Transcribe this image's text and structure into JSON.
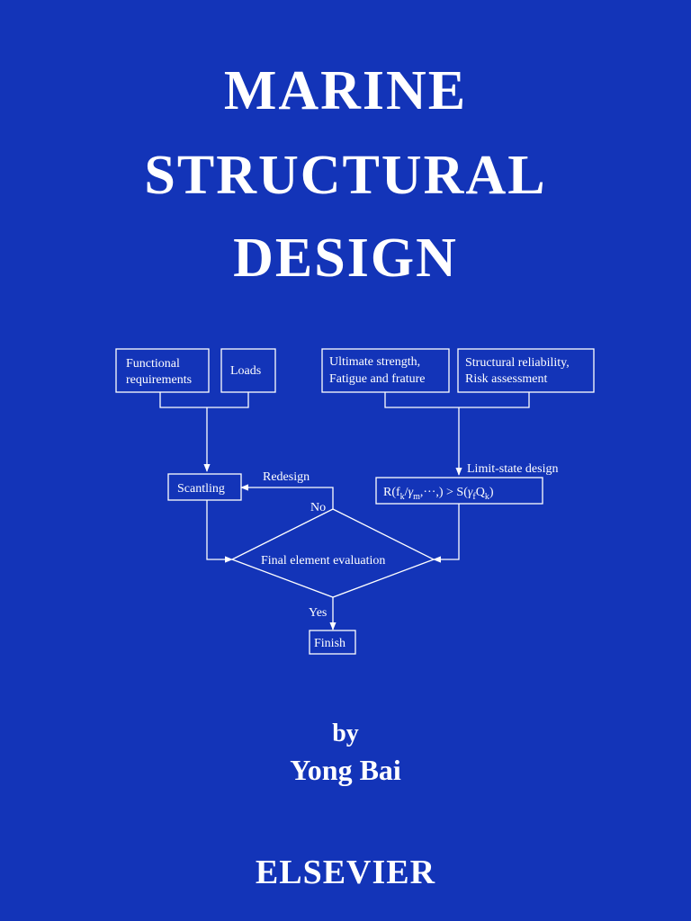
{
  "title": {
    "line1": "MARINE",
    "line2": "STRUCTURAL",
    "line3": "DESIGN"
  },
  "flowchart": {
    "functional_line1": "Functional",
    "functional_line2": "requirements",
    "loads": "Loads",
    "ultimate_line1": "Ultimate strength,",
    "ultimate_line2": "Fatigue and frature",
    "reliability_line1": "Structural reliability,",
    "reliability_line2": "Risk assessment",
    "limit_state": "Limit-state design",
    "scantling": "Scantling",
    "redesign": "Redesign",
    "formula_r": "R(",
    "formula_fk": "f",
    "formula_k1": "k",
    "formula_slash": "/",
    "formula_gamma_m": "γ",
    "formula_m": "m",
    "formula_dots": ",···,) > S(",
    "formula_gamma_f": "γ",
    "formula_f": "f",
    "formula_q": "Q",
    "formula_k2": "k",
    "formula_close": ")",
    "no": "No",
    "final_eval": "Final element evaluation",
    "yes": "Yes",
    "finish": "Finish"
  },
  "byline": {
    "by": "by",
    "author": "Yong Bai"
  },
  "publisher": "ELSEVIER",
  "colors": {
    "background": "#1334b8",
    "foreground": "#ffffff"
  }
}
